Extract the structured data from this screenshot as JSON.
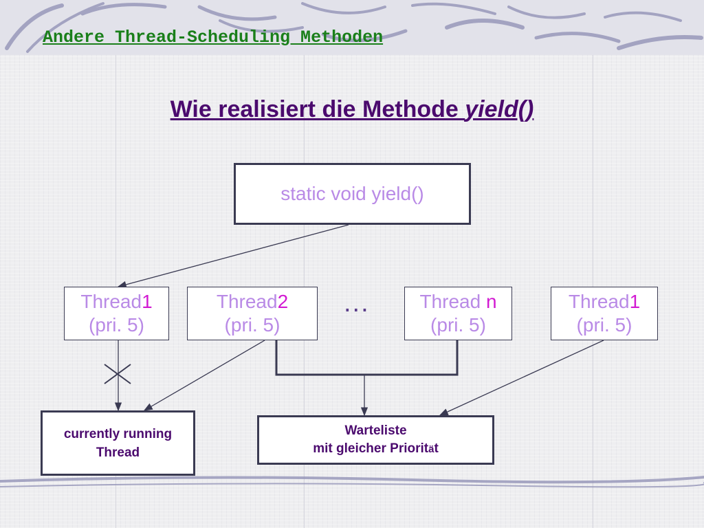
{
  "header": {
    "title": "Andere Thread-Scheduling Methoden"
  },
  "heading": {
    "prefix": "Wie realisiert die Methode ",
    "method": "yield()"
  },
  "diagram": {
    "yield_box": "static void yield()",
    "threads": [
      {
        "name": "Thread",
        "num": "1",
        "priority": "(pri. 5)"
      },
      {
        "name": "Thread",
        "num": "2",
        "priority": "(pri. 5)"
      },
      {
        "name": "Thread ",
        "num": "n",
        "priority": "(pri. 5)"
      },
      {
        "name": "Thread",
        "num": "1",
        "priority": "(pri. 5)"
      }
    ],
    "ellipsis": "...",
    "running": {
      "line1": "currently running",
      "line2": "Thread"
    },
    "waitlist": {
      "line1": "Warteliste",
      "line2_a": "mit gleicher Priorit",
      "line2_b": "ä",
      "line2_c": "t"
    }
  },
  "colors": {
    "title_green": "#1a7f1a",
    "heading_purple": "#4b0a6e",
    "lavender_text": "#b98ae6",
    "magenta_number": "#d21ad2",
    "border": "#3a3a52"
  }
}
